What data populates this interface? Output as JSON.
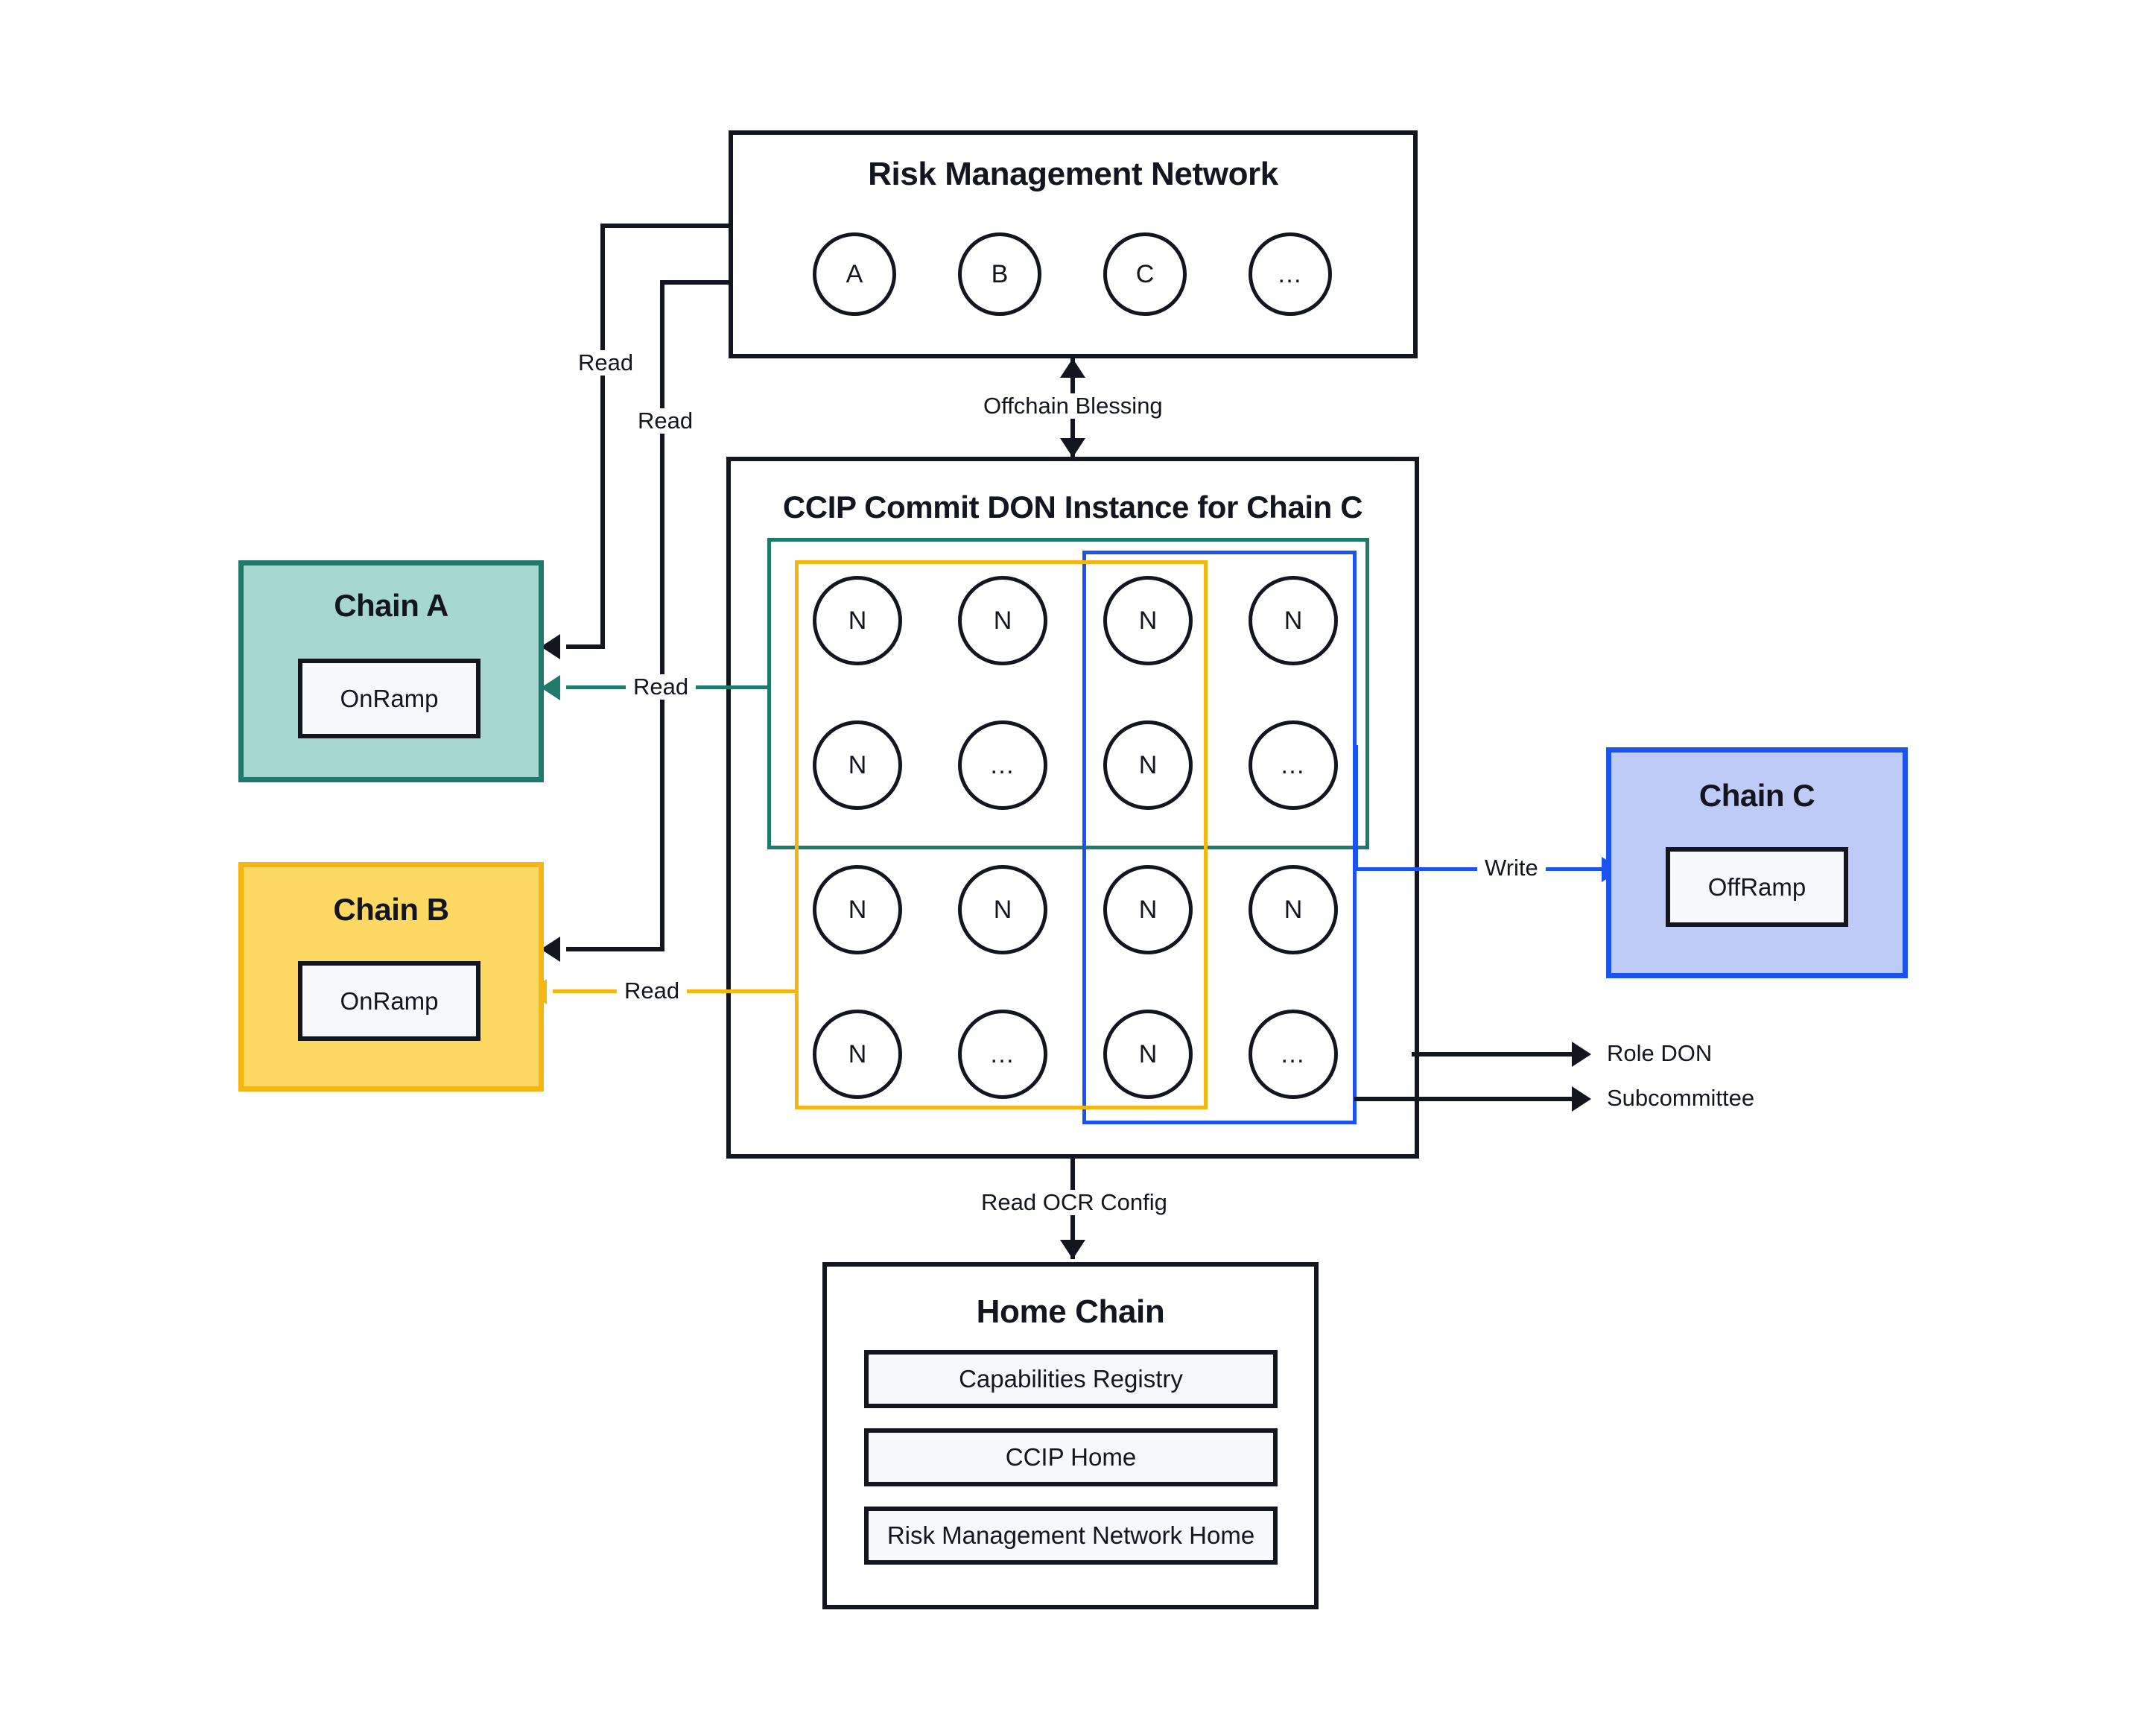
{
  "diagram": {
    "title": "CCIP Commit DON architecture",
    "background": "#ffffff"
  },
  "colors": {
    "ink": "#13161f",
    "teal_line": "#1F7A6C",
    "teal_fill": "#A5D6D0",
    "yellow_line": "#F5B614",
    "yellow_fill": "#FDD964",
    "blue_line": "#1A53F0",
    "blue_fill": "#BFCBF7",
    "panel_fill": "#f7f8fc"
  },
  "risk_management_network": {
    "title": "Risk Management Network",
    "nodes": [
      "A",
      "B",
      "C",
      "…"
    ]
  },
  "commit_don": {
    "title": "CCIP Commit DON Instance for Chain C",
    "grid": [
      [
        "N",
        "N",
        "N",
        "N"
      ],
      [
        "N",
        "…",
        "N",
        "…"
      ],
      [
        "N",
        "N",
        "N",
        "N"
      ],
      [
        "N",
        "…",
        "N",
        "…"
      ]
    ],
    "overlays": [
      {
        "name": "teal-group",
        "color": "#1F7A6C"
      },
      {
        "name": "yellow-group",
        "color": "#F5B614"
      },
      {
        "name": "blue-group",
        "color": "#1A53F0"
      }
    ]
  },
  "chain_a": {
    "title": "Chain A",
    "contract": "OnRamp",
    "fill": "#A5D6D0",
    "border": "#1F7A6C"
  },
  "chain_b": {
    "title": "Chain B",
    "contract": "OnRamp",
    "fill": "#FDD964",
    "border": "#F5B614"
  },
  "chain_c": {
    "title": "Chain C",
    "contract": "OffRamp",
    "fill": "#BFCBF7",
    "border": "#1A53F0"
  },
  "home_chain": {
    "title": "Home Chain",
    "rows": [
      "Capabilities Registry",
      "CCIP Home",
      "Risk Management Network Home"
    ]
  },
  "edges": {
    "read_rmn_to_chain_a": "Read",
    "read_rmn_to_chain_b": "Read",
    "read_don_to_chain_a": "Read",
    "read_don_to_chain_b": "Read",
    "write_don_to_chain_c": "Write",
    "offchain_blessing": "Offchain Blessing",
    "read_ocr_config": "Read OCR Config"
  },
  "legend": {
    "role_don": "Role DON",
    "subcommittee": "Subcommittee"
  }
}
